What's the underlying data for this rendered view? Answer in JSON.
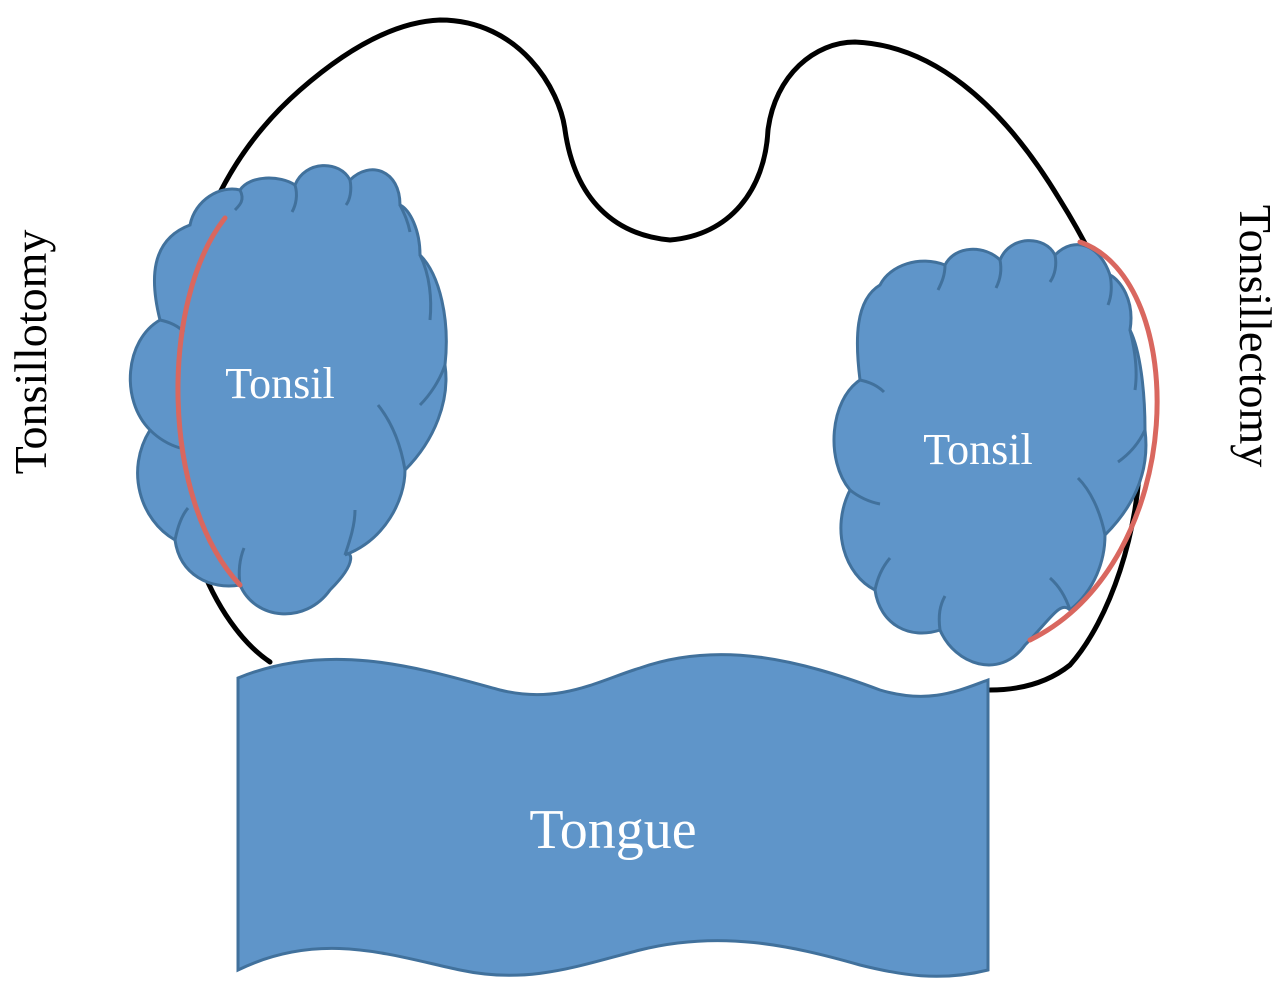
{
  "labels": {
    "tonsil_left": "Tonsil",
    "tonsil_right": "Tonsil",
    "tongue": "Tongue",
    "procedure_left": "Tonsillotomy",
    "procedure_right": "Tonsillectomy"
  },
  "colors": {
    "shape_fill": "#5f95c9",
    "shape_stroke": "#41719c",
    "outline": "#000000",
    "incision": "#d9675f",
    "text_on_shape": "#ffffff",
    "text": "#000000"
  }
}
